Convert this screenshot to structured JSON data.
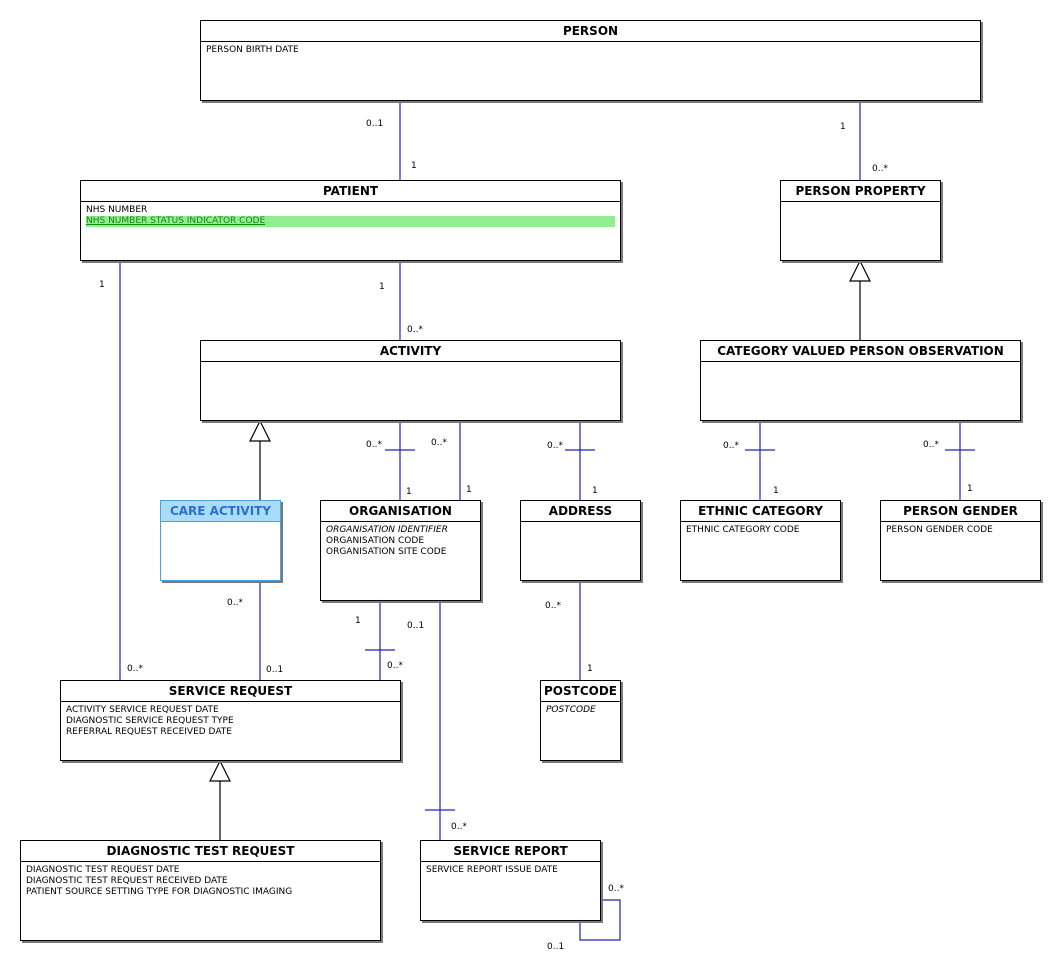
{
  "colors": {
    "relationship": "#2222bb",
    "generalisation": "#000000",
    "highlight": "#90ee90"
  },
  "entities": {
    "person": {
      "title": "PERSON",
      "attributes": [
        "PERSON BIRTH DATE"
      ]
    },
    "patient": {
      "title": "PATIENT",
      "attributes": [
        "NHS NUMBER",
        "NHS NUMBER STATUS INDICATOR CODE"
      ]
    },
    "person_property": {
      "title": "PERSON PROPERTY",
      "attributes": []
    },
    "activity": {
      "title": "ACTIVITY",
      "attributes": []
    },
    "category_valued_person_observation": {
      "title": "CATEGORY VALUED PERSON OBSERVATION",
      "attributes": []
    },
    "care_activity": {
      "title": "CARE ACTIVITY",
      "attributes": []
    },
    "organisation": {
      "title": "ORGANISATION",
      "attributes": [
        "ORGANISATION IDENTIFIER",
        "ORGANISATION CODE",
        "ORGANISATION SITE CODE"
      ]
    },
    "address": {
      "title": "ADDRESS",
      "attributes": []
    },
    "ethnic_category": {
      "title": "ETHNIC CATEGORY",
      "attributes": [
        "ETHNIC CATEGORY CODE"
      ]
    },
    "person_gender": {
      "title": "PERSON GENDER",
      "attributes": [
        "PERSON GENDER CODE"
      ]
    },
    "service_request": {
      "title": "SERVICE REQUEST",
      "attributes": [
        "ACTIVITY SERVICE REQUEST DATE",
        "DIAGNOSTIC SERVICE REQUEST TYPE",
        "REFERRAL REQUEST RECEIVED DATE"
      ]
    },
    "postcode": {
      "title": "POSTCODE",
      "attributes": [
        "POSTCODE"
      ]
    },
    "diagnostic_test_request": {
      "title": "DIAGNOSTIC TEST REQUEST",
      "attributes": [
        "DIAGNOSTIC TEST REQUEST DATE",
        "DIAGNOSTIC TEST REQUEST RECEIVED DATE",
        "PATIENT SOURCE SETTING TYPE FOR DIAGNOSTIC IMAGING"
      ]
    },
    "service_report": {
      "title": "SERVICE REPORT",
      "attributes": [
        "SERVICE REPORT ISSUE DATE"
      ]
    }
  },
  "relationships": [
    {
      "from": "person",
      "to": "patient",
      "from_card": "0..1",
      "to_card": "1"
    },
    {
      "from": "person",
      "to": "person_property",
      "from_card": "1",
      "to_card": "0..*"
    },
    {
      "from": "patient",
      "to": "activity",
      "from_card": "1",
      "to_card": "0..*"
    },
    {
      "from": "patient",
      "to": "service_request",
      "from_card": "1",
      "to_card": "0..*"
    },
    {
      "from": "activity",
      "to": "organisation",
      "from_card": "0..*",
      "to_card": "1"
    },
    {
      "from": "activity",
      "to": "organisation",
      "from_card": "0..*",
      "to_card": "1"
    },
    {
      "from": "activity",
      "to": "address",
      "from_card": "0..*",
      "to_card": "1"
    },
    {
      "from": "category_valued_person_observation",
      "to": "ethnic_category",
      "from_card": "0..*",
      "to_card": "1"
    },
    {
      "from": "category_valued_person_observation",
      "to": "person_gender",
      "from_card": "0..*",
      "to_card": "1"
    },
    {
      "from": "care_activity",
      "to": "service_request",
      "from_card": "0..*",
      "to_card": "0..1"
    },
    {
      "from": "organisation",
      "to": "service_request",
      "from_card": "1",
      "to_card": "0..*"
    },
    {
      "from": "organisation",
      "to": "service_report",
      "from_card": "0..1",
      "to_card": "0..*"
    },
    {
      "from": "address",
      "to": "postcode",
      "from_card": "0..*",
      "to_card": "1"
    },
    {
      "from": "service_report",
      "to": "service_report",
      "from_card": "0..*",
      "to_card": "0..1"
    }
  ],
  "generalisations": [
    {
      "child": "category_valued_person_observation",
      "parent": "person_property"
    },
    {
      "child": "care_activity",
      "parent": "activity"
    },
    {
      "child": "diagnostic_test_request",
      "parent": "service_request"
    }
  ]
}
